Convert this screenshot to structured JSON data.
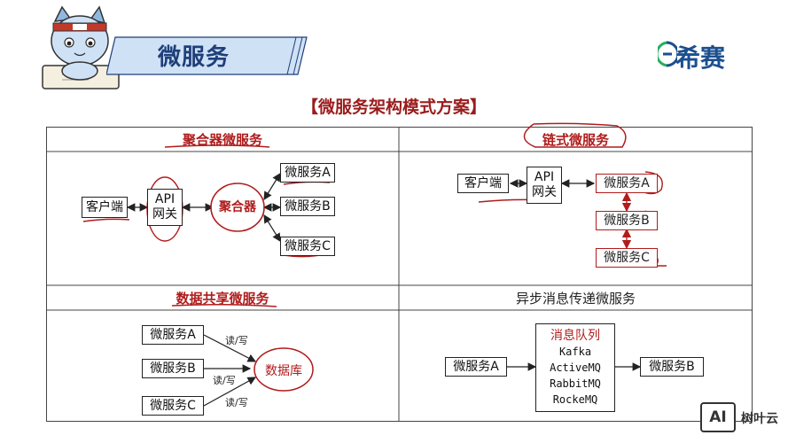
{
  "header": {
    "title": "微服务",
    "brand": "希赛",
    "main_heading": "【微服务架构模式方案】"
  },
  "quadrants": {
    "aggregator": {
      "title": "聚合器微服务",
      "client": "客户端",
      "api_line1": "API",
      "api_line2": "网关",
      "aggregator": "聚合器",
      "service_a": "微服务A",
      "service_b": "微服务B",
      "service_c": "微服务C"
    },
    "chain": {
      "title": "链式微服务",
      "client": "客户端",
      "api_line1": "API",
      "api_line2": "网关",
      "service_a": "微服务A",
      "service_b": "微服务B",
      "service_c": "微服务C"
    },
    "shared_data": {
      "title": "数据共享微服务",
      "service_a": "微服务A",
      "service_b": "微服务B",
      "service_c": "微服务C",
      "rw_1": "读/写",
      "rw_2": "读/写",
      "rw_3": "读/写",
      "database": "数据库"
    },
    "async": {
      "title": "异步消息传递微服务",
      "service_a": "微服务A",
      "service_b": "微服务B",
      "queue_title": "消息队列",
      "queue_items": [
        "Kafka",
        "ActiveMQ",
        "RabbitMQ",
        "RockeMQ"
      ]
    }
  },
  "watermark": {
    "badge": "AI",
    "text": "树叶云"
  },
  "colors": {
    "accent_red": "#b01c1c",
    "brand_blue": "#1b4f8f",
    "banner_blue": "#cfe1f5"
  }
}
